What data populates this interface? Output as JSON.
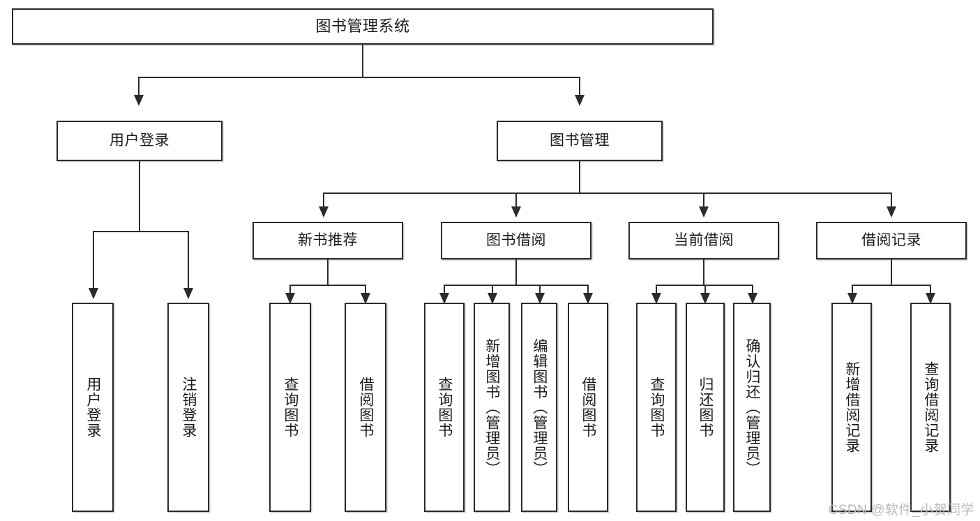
{
  "diagram": {
    "title": "图书管理系统",
    "type": "tree",
    "root": {
      "label": "图书管理系统"
    },
    "level2": [
      {
        "label": "用户登录"
      },
      {
        "label": "图书管理"
      }
    ],
    "level3": [
      {
        "label": "新书推荐"
      },
      {
        "label": "图书借阅"
      },
      {
        "label": "当前借阅"
      },
      {
        "label": "借阅记录"
      }
    ],
    "leaves": {
      "user_login": [
        {
          "label": "用户登录"
        },
        {
          "label": "注销登录"
        }
      ],
      "new_book_recommend": [
        {
          "label": "查询图书"
        },
        {
          "label": "借阅图书"
        }
      ],
      "book_borrow": [
        {
          "label": "查询图书"
        },
        {
          "label": "新增图书（管理员）"
        },
        {
          "label": "编辑图书（管理员）"
        },
        {
          "label": "借阅图书"
        }
      ],
      "current_borrow": [
        {
          "label": "查询图书"
        },
        {
          "label": "归还图书"
        },
        {
          "label": "确认归还（管理员）"
        }
      ],
      "borrow_record": [
        {
          "label": "新增借阅记录"
        },
        {
          "label": "查询借阅记录"
        }
      ]
    }
  },
  "watermark": {
    "text": "CSDN @软件_小贺同学"
  },
  "colors": {
    "border": "#2b2b2b",
    "background": "#ffffff",
    "text": "#1b1b1b",
    "watermark": "#b9b9b9",
    "shadow": "#c9c9c9"
  }
}
